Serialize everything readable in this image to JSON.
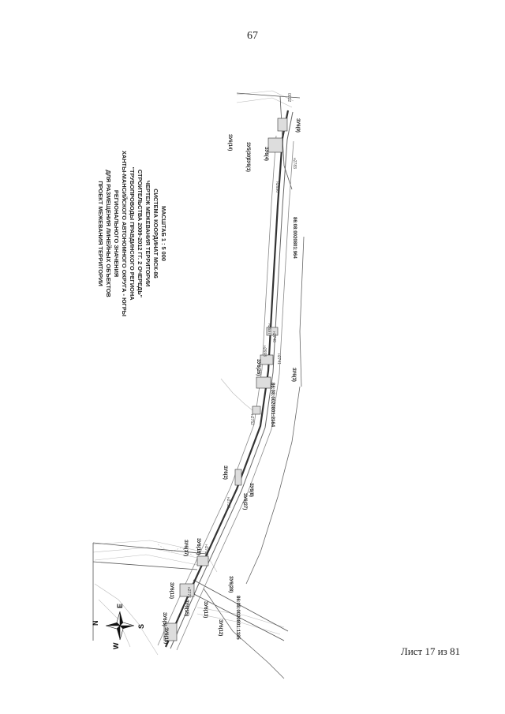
{
  "page_number": "67",
  "sheet_label": "Лист 17 из 81",
  "title_lines": [
    "ПРОЕКТ МЕЖЕВАНИЯ ТЕРРИТОРИИ",
    "ДЛЯ РАЗМЕЩЕНИЯ ЛИНЕЙНЫХ ОБЪЕКТОВ",
    "РЕГИОНАЛЬНОГО ЗНАЧЕНИЯ",
    "ХАНТЫ-МАНСИЙСКОГО АВТОНОМНОГО ОКРУГА - ЮГРЫ",
    "\"ТРУБОПРОВОДЫ ПРАВДИНСКОГО РЕГИОНА",
    "СТРОИТЕЛЬСТВА 2009-2012 ГГ. 2 ОЧЕРЕДЬ\"",
    "ЧЕРТЕЖ МЕЖЕВАНИЯ ТЕРРИТОРИИ",
    "СИСТЕМА КООРДИНАТ МСК-86",
    "МАСШТАБ 1 : 5 000"
  ],
  "compass": {
    "n": "N",
    "e": "E",
    "s": "S",
    "w": "W"
  },
  "plot_labels": [
    "ЗУ6(14)",
    "ЗУ5(30)",
    "ЗУ6(1)",
    "ЗУ6(4)",
    "ЗУ6(9)",
    "ЗУ6(26)",
    "ЗУ6(3)",
    "ЗУ6(2)",
    "ЗУ6(27)",
    "ЗУ6(8)",
    "ЗУ6(17)",
    "ЗУ6(16)",
    "ЗУ6(11)",
    "ЗУ6(28)",
    "ЗУ6(13)",
    "ЗУ6(5)",
    "ЗУ6(10)",
    "ЗУ6(12)",
    "ЗУ6(15)"
  ],
  "cadastral_labels": [
    "86:08:0020801:964",
    "86:08:0020801:2164",
    "86:08:0020801:1185"
  ],
  "point_labels": [
    "н2696",
    "н2697",
    "н2698",
    "н2740",
    "н2741",
    "н2752",
    "н2758",
    "н2763",
    "н2776",
    "0032",
    "н2783"
  ]
}
